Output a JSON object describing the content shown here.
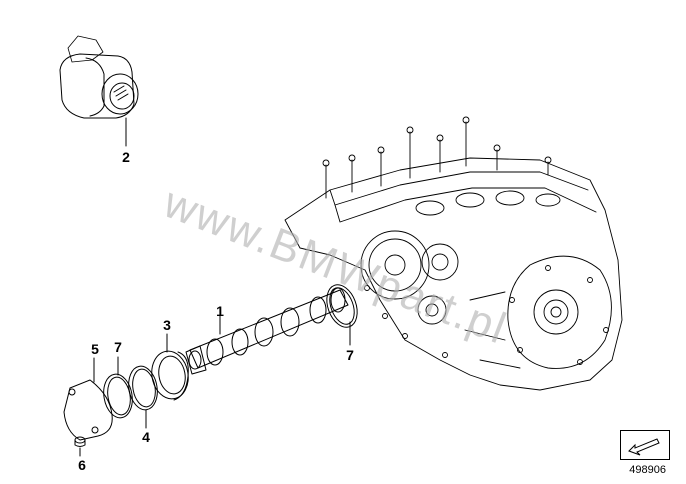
{
  "watermark": "www.BMWpart.pl",
  "diagram_ref": "498906",
  "nav_icon": "arrow-down-left-icon",
  "callouts": [
    {
      "id": "c2",
      "label": "2"
    },
    {
      "id": "c1",
      "label": "1"
    },
    {
      "id": "c3",
      "label": "3"
    },
    {
      "id": "c7a",
      "label": "7"
    },
    {
      "id": "c5",
      "label": "5"
    },
    {
      "id": "c7b",
      "label": "7"
    },
    {
      "id": "c4",
      "label": "4"
    },
    {
      "id": "c6",
      "label": "6"
    }
  ],
  "colors": {
    "line": "#000000",
    "watermark": "#b0b0b0"
  }
}
